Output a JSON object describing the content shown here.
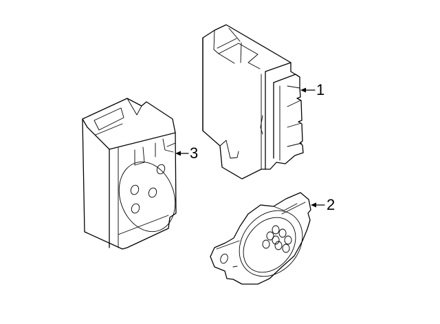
{
  "diagram": {
    "background": "#ffffff",
    "line_color": "#000000",
    "parts": [
      {
        "id": "part-1",
        "callout": "1",
        "description": "rectangular control module with side connector ribs"
      },
      {
        "id": "part-2",
        "callout": "2",
        "description": "round connector socket with mounting ear and 8 pin holes"
      },
      {
        "id": "part-3",
        "callout": "3",
        "description": "box module with round face containing 4 holes"
      }
    ]
  }
}
